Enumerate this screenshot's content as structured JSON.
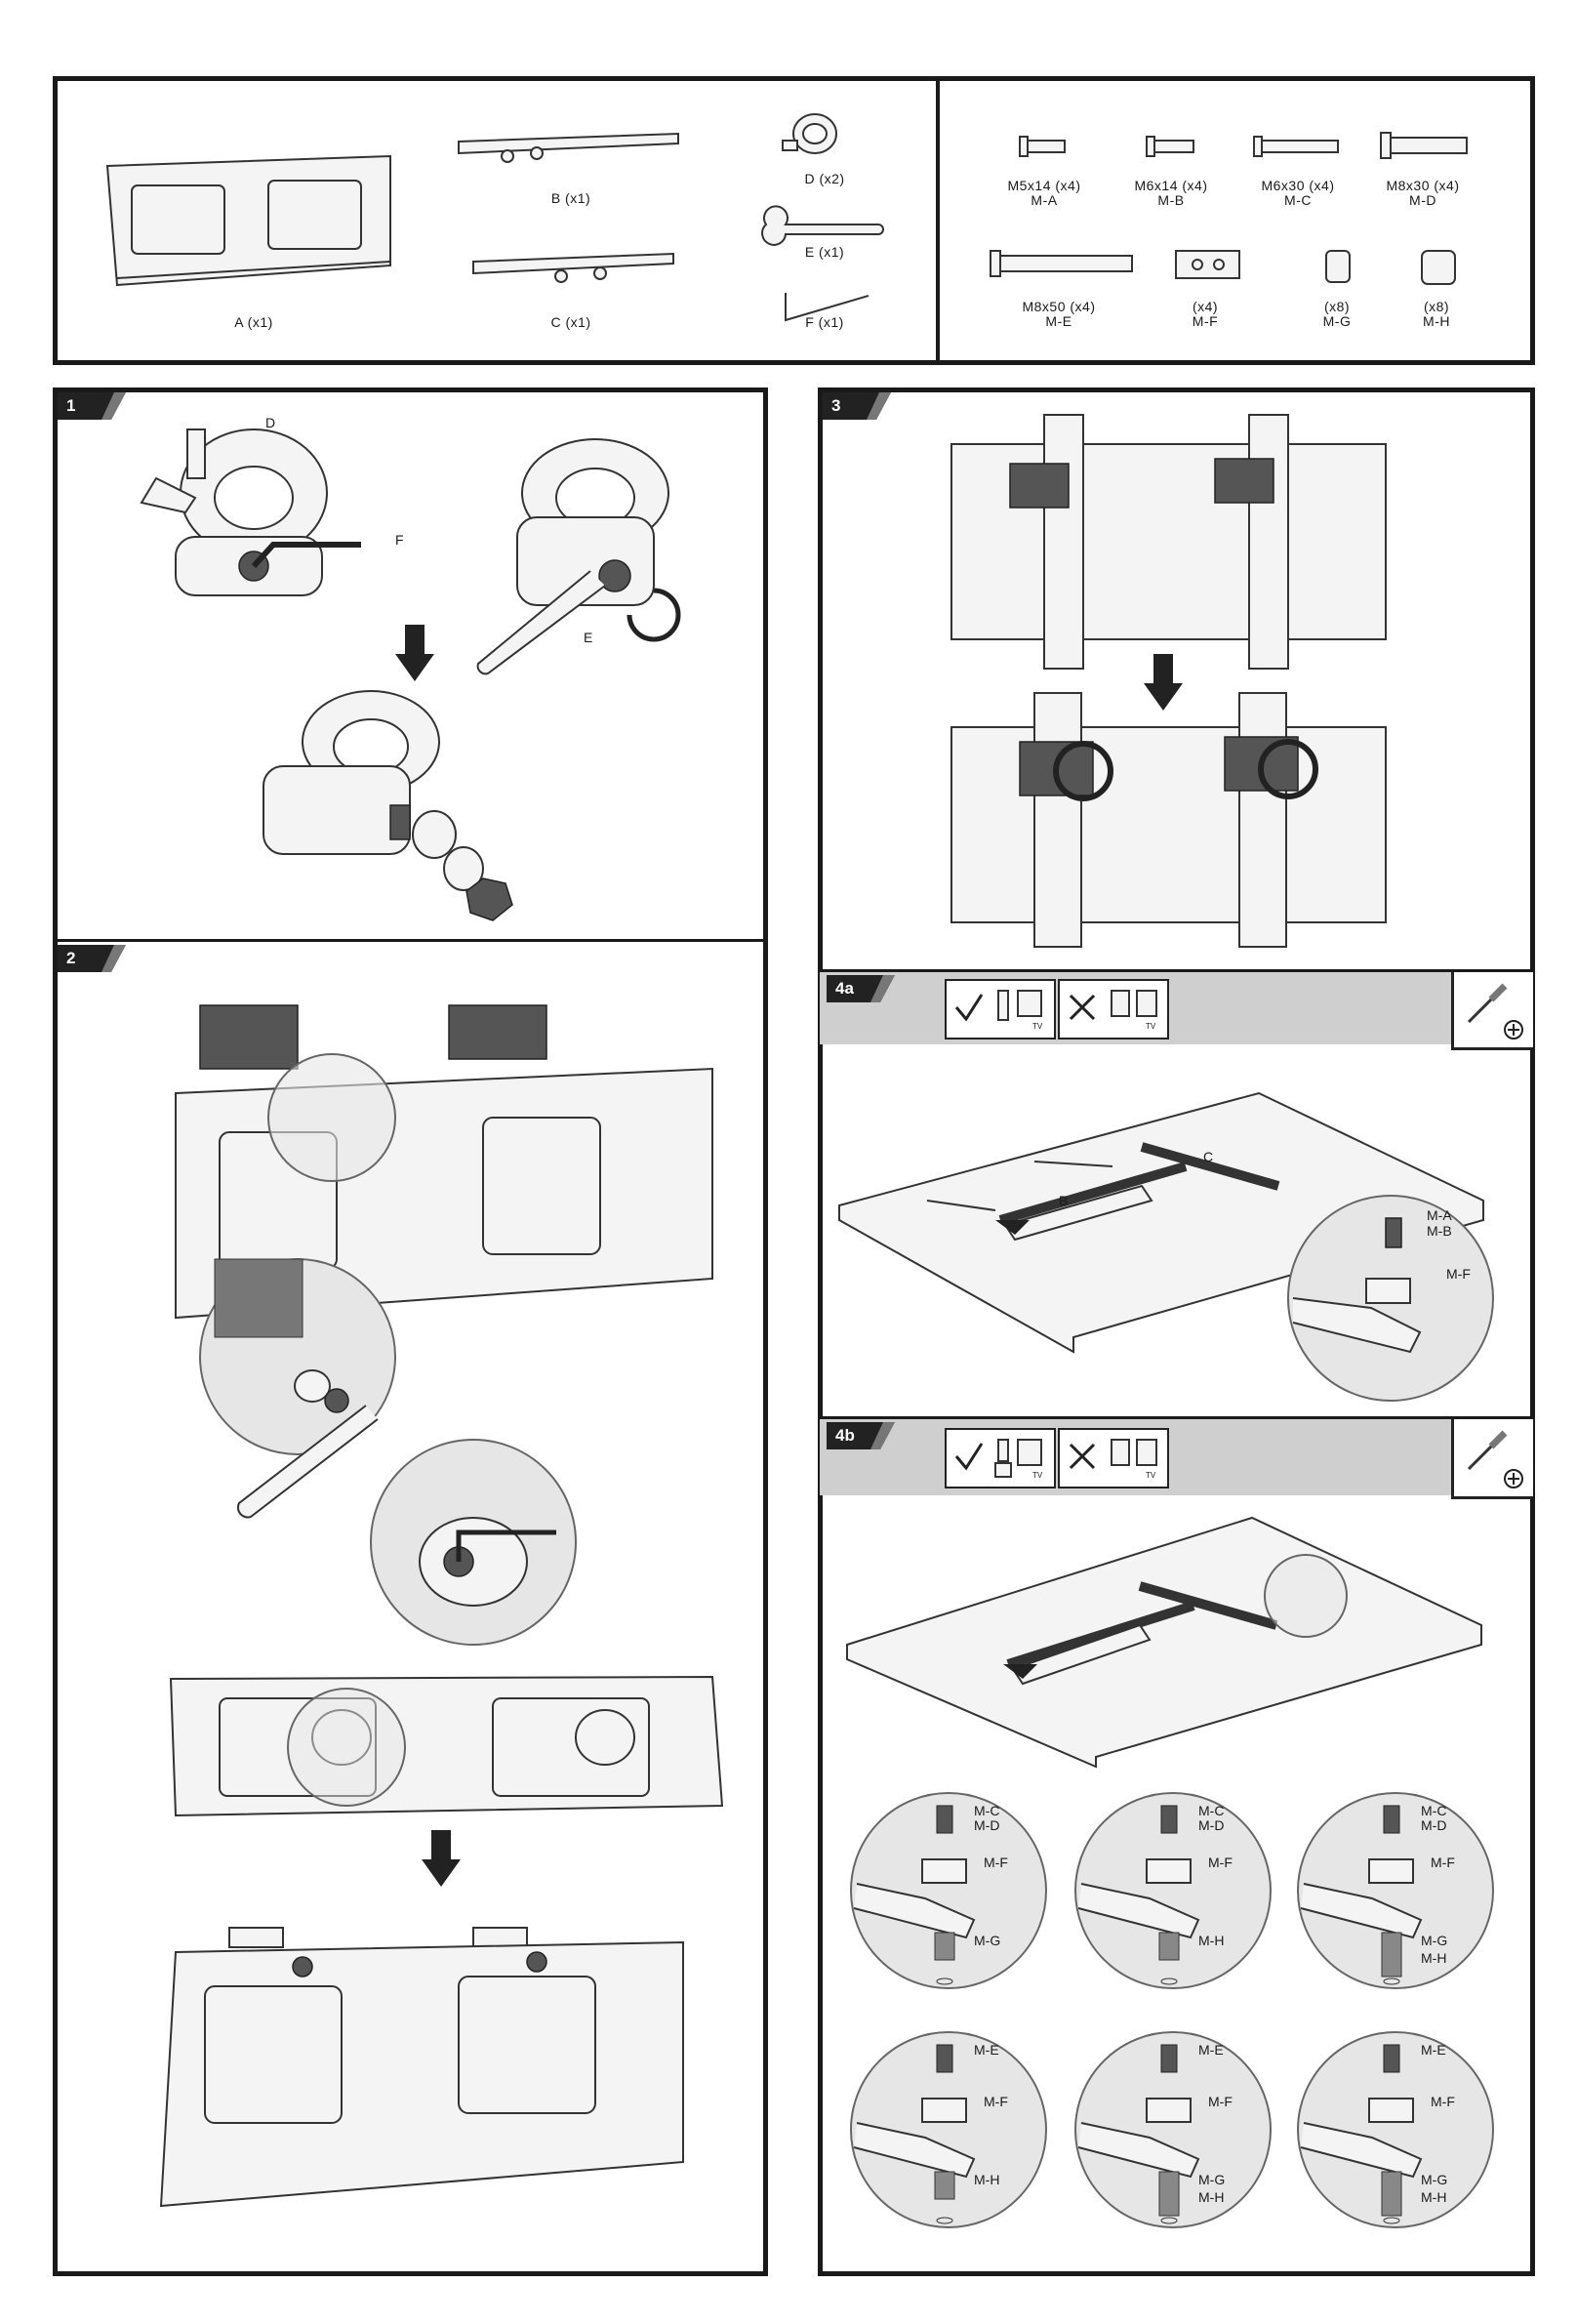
{
  "parts": {
    "a": "A (x1)",
    "b": "B (x1)",
    "c": "C (x1)",
    "d": "D (x2)",
    "e": "E (x1)",
    "f": "F (x1)"
  },
  "hardware": [
    {
      "size": "M5x14 (x4)",
      "code": "M-A"
    },
    {
      "size": "M6x14 (x4)",
      "code": "M-B"
    },
    {
      "size": "M6x30 (x4)",
      "code": "M-C"
    },
    {
      "size": "M8x30 (x4)",
      "code": "M-D"
    },
    {
      "size": "M8x50 (x4)",
      "code": "M-E"
    },
    {
      "size": "(x4)",
      "code": "M-F"
    },
    {
      "size": "(x8)",
      "code": "M-G"
    },
    {
      "size": "(x8)",
      "code": "M-H"
    }
  ],
  "steps": {
    "s1": "1",
    "s2": "2",
    "s3": "3",
    "s4a": "4a",
    "s4b": "4b"
  },
  "step1_callouts": {
    "d": "D",
    "f": "F",
    "e": "E"
  },
  "step4a_callouts": {
    "c": "C",
    "b": "B",
    "ma": "M-A",
    "mb": "M-B",
    "mf": "M-F"
  },
  "step4b_callouts": {
    "mc": "M-C",
    "md": "M-D",
    "mf": "M-F",
    "mg": "M-G",
    "mh": "M-H",
    "me": "M-E"
  },
  "tv_label": "TV",
  "icons": [
    "check-icon",
    "cross-icon",
    "screwdriver-icon",
    "plus-icon"
  ]
}
